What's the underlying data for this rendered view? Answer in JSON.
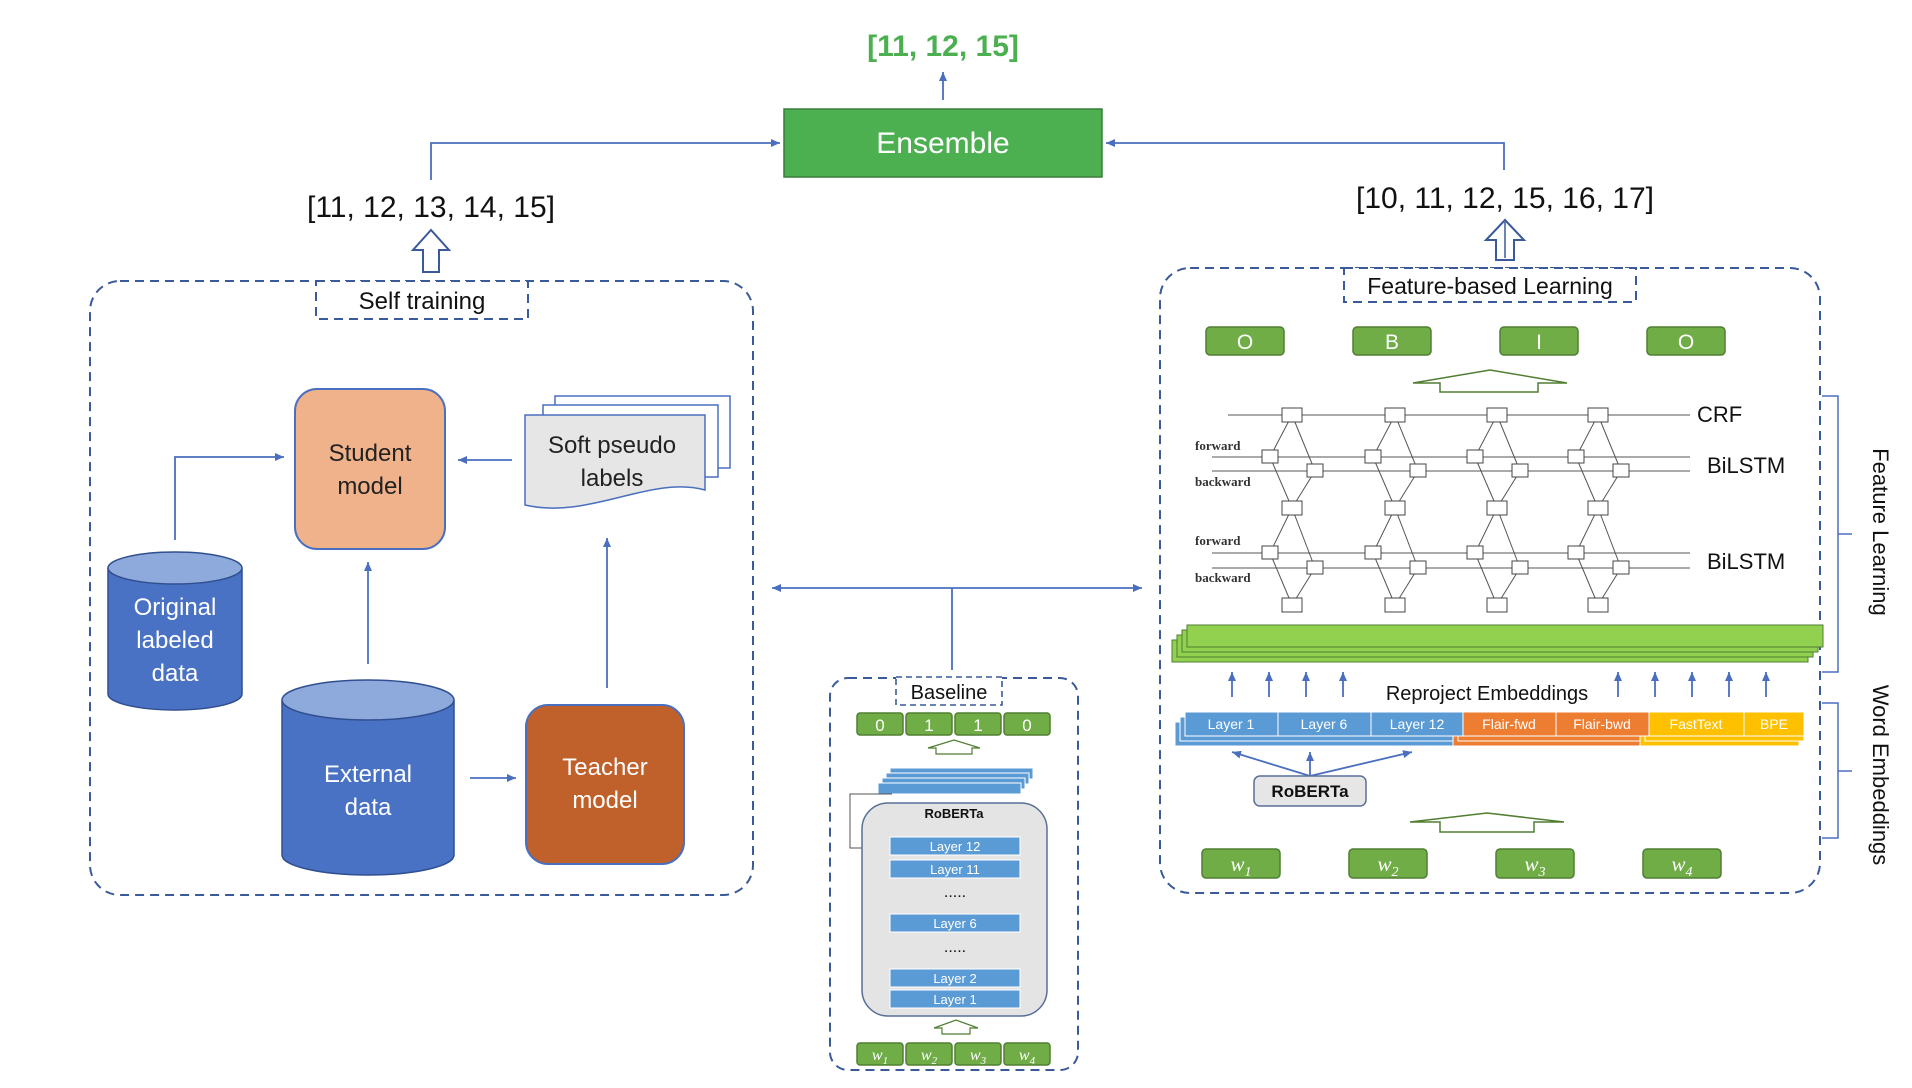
{
  "ensemble": {
    "label": "Ensemble",
    "output": "[11, 12, 15]",
    "colors": {
      "box": "#4caf50",
      "output_text": "#4caf50"
    }
  },
  "self_training": {
    "title": "Self training",
    "output": "[11, 12, 13, 14, 15]",
    "student": {
      "line1": "Student",
      "line2": "model",
      "color": "#f0b28a"
    },
    "pseudo": {
      "line1": "Soft pseudo",
      "line2": "labels"
    },
    "original": {
      "line1": "Original",
      "line2": "labeled",
      "line3": "data",
      "color": "#4a72c4"
    },
    "external": {
      "line1": "External",
      "line2": "data",
      "color": "#4a72c4"
    },
    "teacher": {
      "line1": "Teacher",
      "line2": "model",
      "color": "#c0602b"
    }
  },
  "baseline": {
    "title": "Baseline",
    "tags": [
      "0",
      "1",
      "1",
      "0"
    ],
    "encoder": "RoBERTa",
    "layers_top": [
      "Layer 12",
      "Layer 11"
    ],
    "dots1": ".....",
    "layer_mid": "Layer 6",
    "dots2": ".....",
    "layers_bottom": [
      "Layer 2",
      "Layer 1"
    ],
    "words": [
      {
        "w": "w",
        "sub": "1"
      },
      {
        "w": "w",
        "sub": "2"
      },
      {
        "w": "w",
        "sub": "3"
      },
      {
        "w": "w",
        "sub": "4"
      }
    ]
  },
  "feature": {
    "title": "Feature-based Learning",
    "output": "[10, 11, 12, 15, 16, 17]",
    "tags": [
      "O",
      "B",
      "I",
      "O"
    ],
    "crf": "CRF",
    "bilstm1": "BiLSTM",
    "bilstm2": "BiLSTM",
    "forward": "forward",
    "backward": "backward",
    "reproject": "Reproject Embeddings",
    "emb_blue": [
      "Layer 1",
      "Layer 6",
      "Layer 12"
    ],
    "emb_orange": [
      "Flair-fwd",
      "Flair-bwd"
    ],
    "emb_yellow": [
      "FastText",
      "BPE"
    ],
    "roberta": "RoBERTa",
    "words": [
      {
        "w": "w",
        "sub": "1"
      },
      {
        "w": "w",
        "sub": "2"
      },
      {
        "w": "w",
        "sub": "3"
      },
      {
        "w": "w",
        "sub": "4"
      }
    ],
    "side_label_top": "Feature Learning",
    "side_label_bottom": "Word Embeddings",
    "colors": {
      "blue": "#5b9bd5",
      "orange": "#ed7d31",
      "yellow": "#ffc000",
      "green_bar": "#92d050"
    }
  }
}
